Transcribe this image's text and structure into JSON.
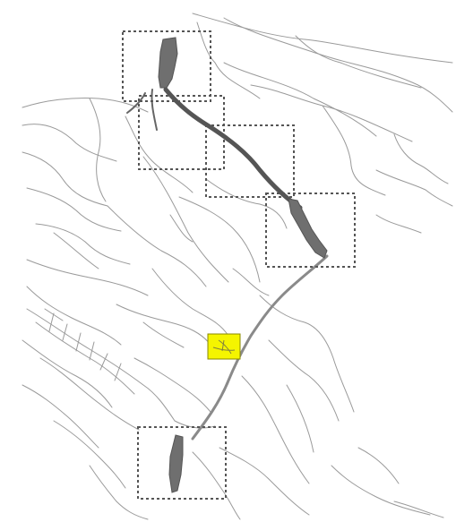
{
  "map": {
    "background": "#ffffff",
    "road_color": "#9a9a9a",
    "route_color": "#6f6f6f",
    "water_color": "#7a7a7a",
    "highlight_color": "#f5f500",
    "box_stroke_color": "#555555",
    "layers": [
      "road-network",
      "route-line",
      "reservoir-shapes",
      "dashed-tile-boxes",
      "highlight-tile"
    ]
  }
}
